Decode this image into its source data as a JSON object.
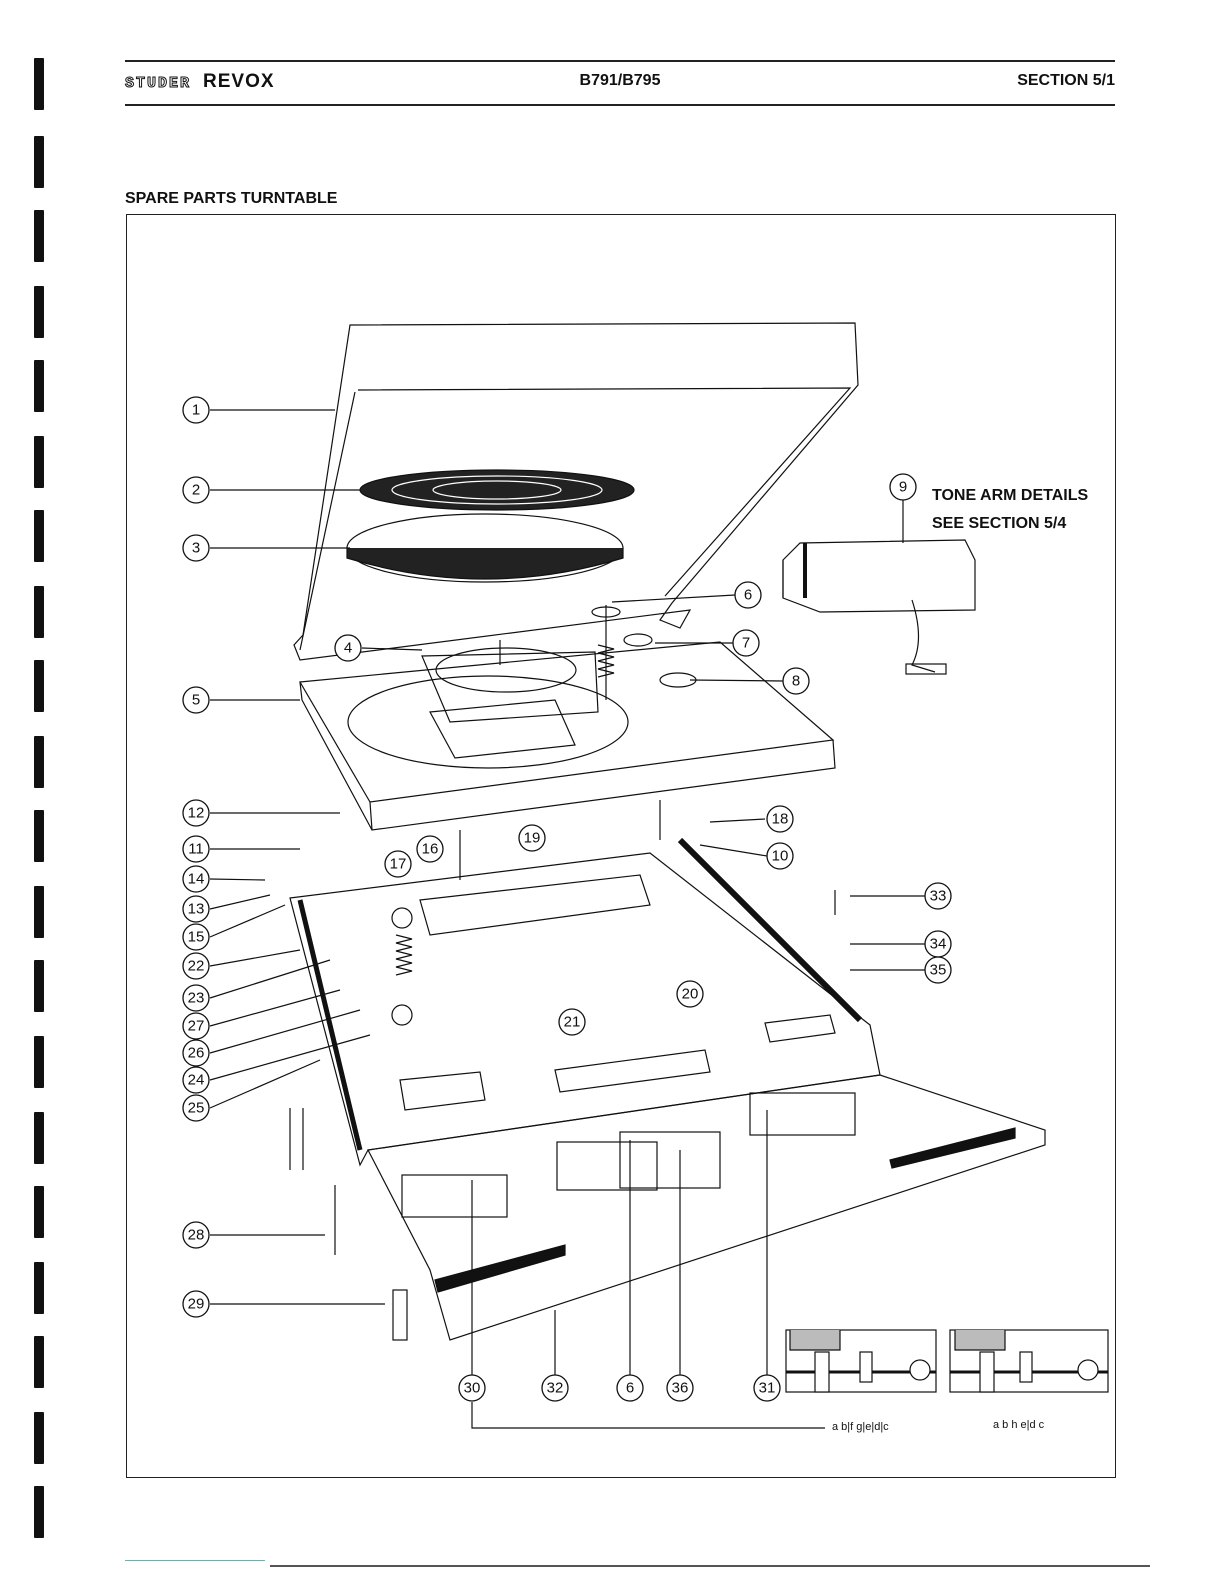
{
  "header": {
    "brand_studer": "STUDER",
    "brand_revox": "REVOX",
    "model": "B791/B795",
    "section": "SECTION 5/1"
  },
  "title": "SPARE PARTS TURNTABLE",
  "note": {
    "line1": "TONE ARM DETAILS",
    "line2": "SEE SECTION 5/4"
  },
  "callouts": [
    "1",
    "2",
    "3",
    "4",
    "5",
    "6",
    "7",
    "8",
    "9",
    "10",
    "11",
    "12",
    "13",
    "14",
    "15",
    "16",
    "17",
    "18",
    "19",
    "20",
    "21",
    "22",
    "23",
    "24",
    "25",
    "26",
    "27",
    "28",
    "29",
    "30",
    "31",
    "32",
    "33",
    "34",
    "35",
    "36"
  ],
  "detail_a_letters": "a b|f g|e|d|c",
  "detail_b_letters": "a b h e|d  c"
}
